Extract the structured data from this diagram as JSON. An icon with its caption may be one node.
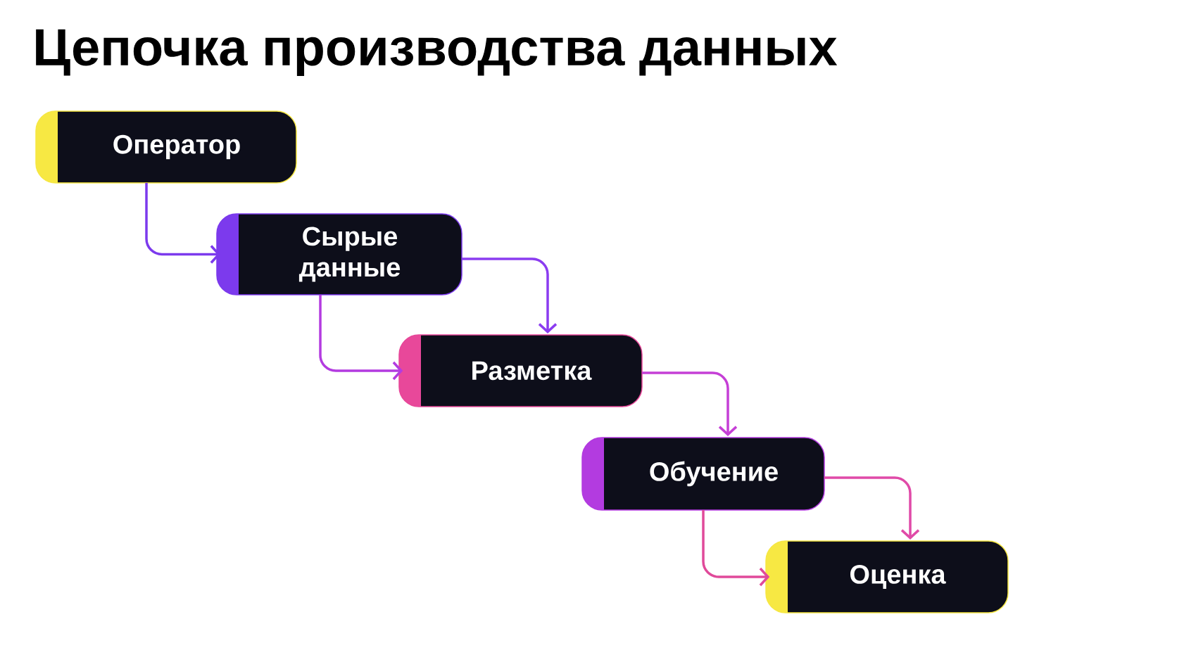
{
  "diagram": {
    "title": "Цепочка производства данных",
    "nodes": [
      {
        "text": [
          "Оператор"
        ]
      },
      {
        "text": [
          "Сырые данные"
        ]
      },
      {
        "text": [
          "Разметка"
        ]
      },
      {
        "text": [
          "Обучение"
        ]
      },
      {
        "text": [
          "Оценка"
        ]
      }
    ],
    "edges": [
      {
        "from": 0,
        "to": 1,
        "arrow": "to",
        "color": "#7c3aed"
      },
      {
        "from": 1,
        "to": 2,
        "arrow": "to",
        "color": "#8b3cf0"
      },
      {
        "from": 1,
        "to": 2,
        "arrow": "to",
        "color": "#b33be0"
      },
      {
        "from": 2,
        "to": 3,
        "arrow": "to",
        "color": "#c53fd6"
      },
      {
        "from": 3,
        "to": 4,
        "arrow": "to",
        "color": "#e04aa8"
      },
      {
        "from": 3,
        "to": 4,
        "arrow": "to",
        "color": "#e04a9a"
      }
    ]
  }
}
